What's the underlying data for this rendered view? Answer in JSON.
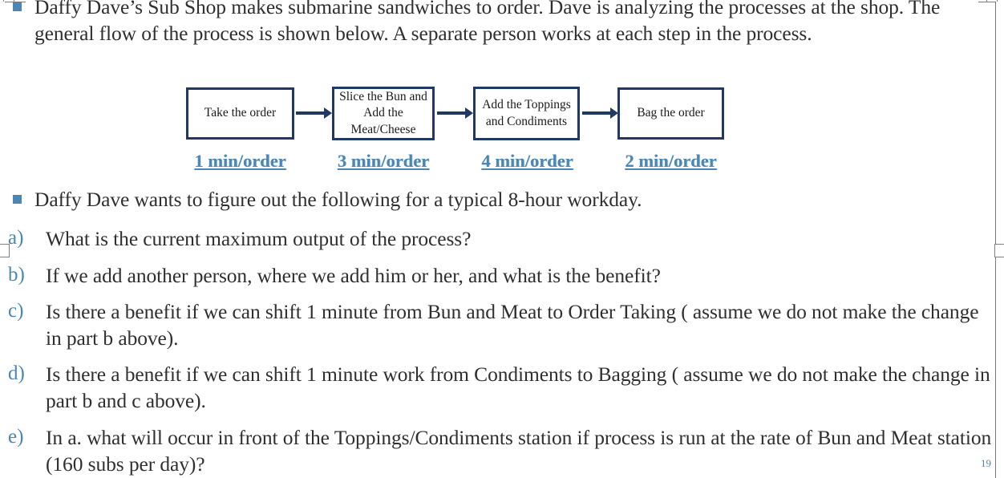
{
  "slide": {
    "page_number": "19",
    "accent_color": "#4a87b5",
    "box_border_color": "#1f3864",
    "text_color": "#2f2f2f"
  },
  "paragraphs": {
    "intro": "Daffy Dave’s Sub Shop makes submarine sandwiches to order. Dave is analyzing the processes at the shop. The general flow of the process is shown below. A separate person works at each step in the process.",
    "workday": "Daffy Dave wants to figure out the following for a typical 8-hour workday."
  },
  "questions": [
    {
      "marker": "a)",
      "text": "What is the current maximum output of the process?"
    },
    {
      "marker": "b)",
      "text": "If we add another person, where we add him or her, and what is the benefit?"
    },
    {
      "marker": "c)",
      "text": "Is there a benefit if we can shift 1 minute from Bun and Meat to Order Taking ( assume we do not make the change in part b above)."
    },
    {
      "marker": "d)",
      "text": "Is there a benefit if we can shift 1 minute work  from Condiments to Bagging ( assume we do not make the change in part b and c above)."
    },
    {
      "marker": "e)",
      "text": "In a. what will occur in front of the Toppings/Condiments station if process is run at the rate of Bun and Meat station (160 subs per day)?"
    }
  ],
  "flow_diagram": {
    "steps": [
      {
        "label": "Take the order",
        "rate": "1 min/order"
      },
      {
        "label": "Slice the Bun and Add the Meat/Cheese",
        "rate": "3 min/order"
      },
      {
        "label": "Add the Toppings and Condiments",
        "rate": "4 min/order"
      },
      {
        "label": "Bag the order",
        "rate": "2 min/order"
      }
    ]
  }
}
